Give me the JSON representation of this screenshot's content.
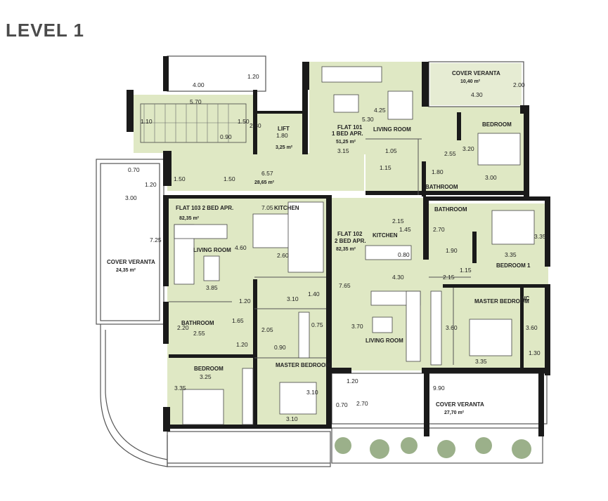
{
  "page": {
    "title": "LEVEL 1"
  },
  "colors": {
    "floor": "#dfe8c4",
    "wall": "#1a1a1a",
    "outline": "#555555",
    "paper": "#ffffff"
  },
  "plan": {
    "corridor": {
      "area": "28,65 m²",
      "d1": "6.57",
      "d2": "1.50",
      "d3": "1.50"
    },
    "lift": {
      "label": "LIFT",
      "size": "1.80",
      "area": "3,25 m²",
      "d1": "2.80"
    },
    "stairs": {
      "d_width": "5.70",
      "d_side": "1.10",
      "d_a": "1.50",
      "d_b": "0.90",
      "d_top": "4.00",
      "d_top2": "1.20"
    },
    "flat101": {
      "name": "FLAT 101",
      "type": "1 BED APR.",
      "area": "51,25 m²",
      "living_room": "LIVING ROOM",
      "bedroom": "BEDROOM",
      "bathroom": "BATHROOM",
      "veranda": "COVER VERANTA",
      "veranda_area": "10,40 m²",
      "d_veranda_w": "4.30",
      "d_veranda_h": "2.00",
      "d_living_w": "5.30",
      "d_living_h": "4.25",
      "d_a": "3.15",
      "d_b": "1.05",
      "d_c": "1.15",
      "d_d": "1.80",
      "d_e": "2.55",
      "d_bed_h": "3.20",
      "d_bed_w": "3.00"
    },
    "flat102": {
      "name": "FLAT 102",
      "type": "2 BED APR.",
      "area": "82,35 m²",
      "kitchen": "KITCHEN",
      "living_room": "LIVING ROOM",
      "bathroom": "BATHROOM",
      "bedroom1": "BEDROOM 1",
      "master_bedroom": "MASTER BEDROOM",
      "wc": "WC",
      "veranda": "COVER VERANTA",
      "veranda_area": "27,70 m²",
      "d_kitchen_w": "2.15",
      "d_kitchen_h": "1.45",
      "d_k2": "0.80",
      "d_bath_h": "2.70",
      "d_bath_w": "1.90",
      "d_living_w": "4.30",
      "d_living_h": "3.70",
      "d_total_h": "7.65",
      "d_bed1_w": "3.35",
      "d_bed1_h": "3.35",
      "d_hall_w": "2.15",
      "d_hall_h": "1.15",
      "d_master_h": "3.60",
      "d_master_w": "3.35",
      "d_wc_h": "3.60",
      "d_wc_w": "1.30",
      "d_veranda_w": "9.90",
      "d_veranda_h": "2.70",
      "d_v2": "1.20",
      "d_v3": "0.70"
    },
    "flat103": {
      "name": "FLAT 103 2 BED APR.",
      "area": "82,35 m²",
      "kitchen": "KITCHEN",
      "living_room": "LIVING ROOM",
      "bathroom": "BATHROOM",
      "bedroom": "BEDROOM",
      "master_bedroom": "MASTER BEDROOM",
      "veranda": "COVER VERANTA",
      "veranda_area": "24,35 m²",
      "d_kitchen_w": "7.05",
      "d_kitchen_h": "4.60",
      "d_k2": "2.60",
      "d_living_w": "3.85",
      "d_a": "1.20",
      "d_b": "3.10",
      "d_c": "1.40",
      "d_d": "1.65",
      "d_e": "2.05",
      "d_f": "0.75",
      "d_g": "0.90",
      "d_h": "1.20",
      "d_bath_h": "2.20",
      "d_bath_w": "2.55",
      "d_bed_w": "3.25",
      "d_bed_h": "3.35",
      "d_master_w": "3.10",
      "d_master_h": "3.10",
      "d_veranda_w": "3.00",
      "d_veranda_h": "7.25",
      "d_v1": "0.70",
      "d_v2": "1.20"
    }
  }
}
